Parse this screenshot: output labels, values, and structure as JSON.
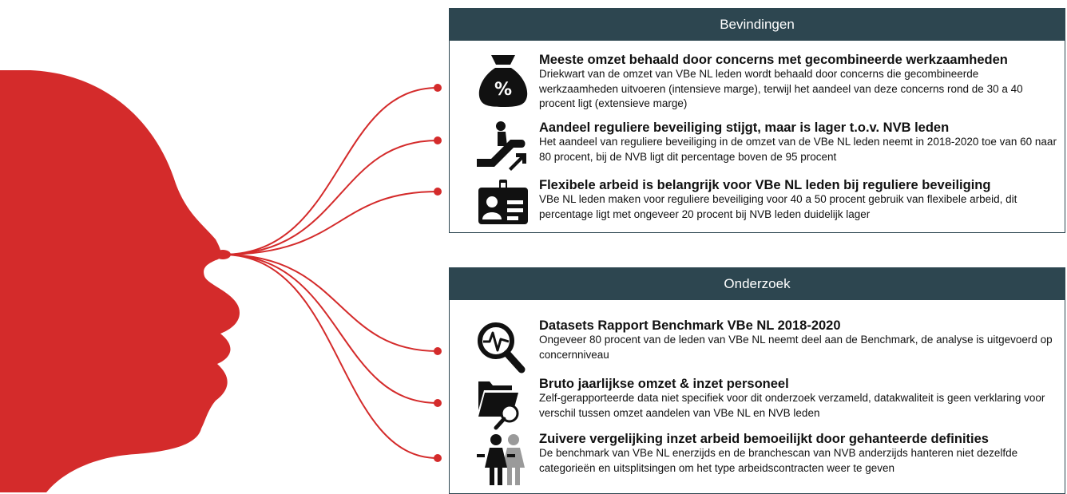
{
  "colors": {
    "head": "#d42b2b",
    "panel_header": "#2d4650",
    "icon": "#111111",
    "icon_secondary": "#9a9a9a"
  },
  "bevindingen": {
    "title": "Bevindingen",
    "items": [
      {
        "icon": "money-bag-percent-icon",
        "title": "Meeste omzet behaald door concerns met gecombineerde werkzaamheden",
        "body": "Driekwart van de omzet van VBe NL leden wordt behaald door concerns die gecombineerde werkzaamheden uitvoeren (intensieve marge), terwijl het aandeel van deze concerns rond de 30 a 40 procent ligt (extensieve marge)"
      },
      {
        "icon": "escalator-up-icon",
        "title": "Aandeel reguliere beveiliging stijgt, maar is lager t.o.v. NVB leden",
        "body": "Het aandeel van reguliere beveiliging in de omzet van de VBe NL leden neemt in 2018-2020 toe van 60 naar 80 procent, bij de NVB ligt dit percentage boven de 95 procent"
      },
      {
        "icon": "id-badge-icon",
        "title": "Flexibele arbeid is belangrijk voor VBe NL leden bij reguliere beveiliging",
        "body": "VBe NL leden maken voor reguliere beveiliging voor 40 a 50 procent gebruik van flexibele arbeid, dit percentage ligt met ongeveer 20 procent bij NVB leden duidelijk lager"
      }
    ]
  },
  "onderzoek": {
    "title": "Onderzoek",
    "items": [
      {
        "icon": "magnifier-pulse-icon",
        "title": "Datasets Rapport Benchmark VBe NL 2018-2020",
        "body": "Ongeveer 80 procent van de leden van VBe NL neemt deel aan de Benchmark, de analyse is uitgevoerd op concernniveau"
      },
      {
        "icon": "folder-search-icon",
        "title": "Bruto jaarlijkse omzet & inzet personeel",
        "body": "Zelf-gerapporteerde data niet specifiek voor dit onderzoek verzameld, datakwaliteit is geen verklaring voor verschil tussen omzet aandelen van VBe NL en NVB leden"
      },
      {
        "icon": "people-icon",
        "title": "Zuivere vergelijking inzet arbeid bemoeilijkt door gehanteerde definities",
        "body": "De benchmark van VBe NL enerzijds en de branchescan van NVB anderzijds hanteren niet dezelfde categorieën en uitsplitsingen om het type arbeidscontracten weer te geven"
      }
    ]
  }
}
